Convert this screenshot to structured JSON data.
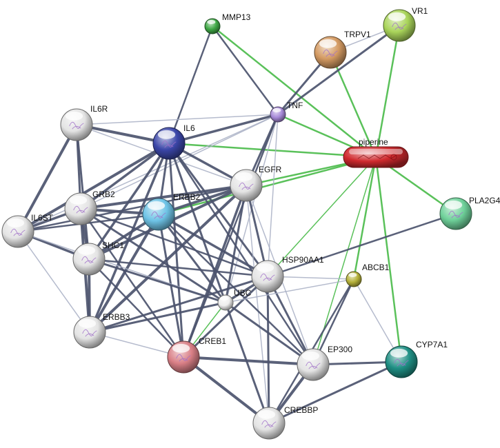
{
  "network": {
    "nodes": [
      {
        "id": "MMP13",
        "label": "MMP13",
        "color": "#3fa845",
        "size": "small",
        "structure": false
      },
      {
        "id": "VR1",
        "label": "VR1",
        "color": "#a9d45a",
        "size": "large",
        "structure": true
      },
      {
        "id": "TRPV1",
        "label": "TRPV1",
        "color": "#d49a62",
        "size": "large",
        "structure": true
      },
      {
        "id": "TNF",
        "label": "TNF",
        "color": "#a78ad8",
        "size": "small",
        "structure": false
      },
      {
        "id": "IL6R",
        "label": "IL6R",
        "color": "#e4e4e4",
        "size": "large",
        "structure": true
      },
      {
        "id": "IL6",
        "label": "IL6",
        "color": "#3b46a8",
        "size": "large",
        "structure": true
      },
      {
        "id": "piperine",
        "label": "piperine",
        "color": "#d02a2e",
        "size": "chemical",
        "structure": true
      },
      {
        "id": "EGFR",
        "label": "EGFR",
        "color": "#e4e4e4",
        "size": "large",
        "structure": true
      },
      {
        "id": "GRB2",
        "label": "GRB2",
        "color": "#e4e4e4",
        "size": "large",
        "structure": true
      },
      {
        "id": "ERBB2",
        "label": "ERBB2",
        "color": "#6ec3e6",
        "size": "large",
        "structure": true
      },
      {
        "id": "IL6ST",
        "label": "IL6ST",
        "color": "#e4e4e4",
        "size": "large",
        "structure": true
      },
      {
        "id": "PLA2G4A",
        "label": "PLA2G4A",
        "color": "#6fd19a",
        "size": "large",
        "structure": true
      },
      {
        "id": "SHC1",
        "label": "SHC1",
        "color": "#e4e4e4",
        "size": "large",
        "structure": true
      },
      {
        "id": "HSP90AA1",
        "label": "HSP90AA1",
        "color": "#e4e4e4",
        "size": "large",
        "structure": true
      },
      {
        "id": "ABCB1",
        "label": "ABCB1",
        "color": "#b5b13a",
        "size": "small",
        "structure": false
      },
      {
        "id": "UBC",
        "label": "UBC",
        "color": "#eeeeee",
        "size": "small",
        "structure": false
      },
      {
        "id": "ERBB3",
        "label": "ERBB3",
        "color": "#e4e4e4",
        "size": "large",
        "structure": true
      },
      {
        "id": "CREB1",
        "label": "CREB1",
        "color": "#d97f86",
        "size": "large",
        "structure": true
      },
      {
        "id": "EP300",
        "label": "EP300",
        "color": "#e4e4e4",
        "size": "large",
        "structure": true
      },
      {
        "id": "CYP7A1",
        "label": "CYP7A1",
        "color": "#1f8f84",
        "size": "large",
        "structure": true
      },
      {
        "id": "CREBBP",
        "label": "CREBBP",
        "color": "#e4e4e4",
        "size": "large",
        "structure": true
      }
    ],
    "edge_colors": {
      "protein": "#4c546e",
      "chemical": "#4cbc4c",
      "weak": "#a8afc4"
    },
    "edges": [
      {
        "source": "piperine",
        "target": "MMP13",
        "type": "chemical",
        "weight": 2.5
      },
      {
        "source": "piperine",
        "target": "TRPV1",
        "type": "chemical",
        "weight": 2.5
      },
      {
        "source": "piperine",
        "target": "VR1",
        "type": "chemical",
        "weight": 2.5
      },
      {
        "source": "piperine",
        "target": "TNF",
        "type": "chemical",
        "weight": 2.5
      },
      {
        "source": "piperine",
        "target": "IL6",
        "type": "chemical",
        "weight": 2.5
      },
      {
        "source": "piperine",
        "target": "EGFR",
        "type": "chemical",
        "weight": 2.5
      },
      {
        "source": "piperine",
        "target": "ERBB2",
        "type": "chemical",
        "weight": 2.5
      },
      {
        "source": "piperine",
        "target": "PLA2G4A",
        "type": "chemical",
        "weight": 2.5
      },
      {
        "source": "piperine",
        "target": "ABCB1",
        "type": "chemical",
        "weight": 2.5
      },
      {
        "source": "piperine",
        "target": "CYP7A1",
        "type": "chemical",
        "weight": 2.5
      },
      {
        "source": "piperine",
        "target": "HSP90AA1",
        "type": "chemical",
        "weight": 1.5
      },
      {
        "source": "piperine",
        "target": "EP300",
        "type": "chemical",
        "weight": 1.5
      },
      {
        "source": "UBC",
        "target": "CREB1",
        "type": "chemical",
        "weight": 1.5
      },
      {
        "source": "TRPV1",
        "target": "VR1",
        "type": "weak",
        "weight": 1.5
      },
      {
        "source": "TRPV1",
        "target": "TNF",
        "type": "protein",
        "weight": 3
      },
      {
        "source": "VR1",
        "target": "TNF",
        "type": "protein",
        "weight": 3
      },
      {
        "source": "MMP13",
        "target": "TNF",
        "type": "protein",
        "weight": 2.5
      },
      {
        "source": "MMP13",
        "target": "IL6",
        "type": "protein",
        "weight": 2.5
      },
      {
        "source": "TNF",
        "target": "IL6",
        "type": "protein",
        "weight": 3.5
      },
      {
        "source": "TNF",
        "target": "IL6R",
        "type": "weak",
        "weight": 1.5
      },
      {
        "source": "TNF",
        "target": "EGFR",
        "type": "protein",
        "weight": 3
      },
      {
        "source": "TNF",
        "target": "GRB2",
        "type": "weak",
        "weight": 1.5
      },
      {
        "source": "TNF",
        "target": "IL6ST",
        "type": "weak",
        "weight": 1.5
      },
      {
        "source": "TNF",
        "target": "UBC",
        "type": "weak",
        "weight": 1.5
      },
      {
        "source": "TNF",
        "target": "CREB1",
        "type": "protein",
        "weight": 2.5
      },
      {
        "source": "TNF",
        "target": "HSP90AA1",
        "type": "weak",
        "weight": 1.5
      },
      {
        "source": "IL6R",
        "target": "IL6",
        "type": "protein",
        "weight": 4
      },
      {
        "source": "IL6R",
        "target": "IL6ST",
        "type": "protein",
        "weight": 4
      },
      {
        "source": "IL6R",
        "target": "GRB2",
        "type": "protein",
        "weight": 3
      },
      {
        "source": "IL6R",
        "target": "SHC1",
        "type": "protein",
        "weight": 3
      },
      {
        "source": "IL6R",
        "target": "EGFR",
        "type": "weak",
        "weight": 1.5
      },
      {
        "source": "IL6",
        "target": "IL6ST",
        "type": "protein",
        "weight": 4
      },
      {
        "source": "IL6",
        "target": "GRB2",
        "type": "protein",
        "weight": 3.5
      },
      {
        "source": "IL6",
        "target": "SHC1",
        "type": "protein",
        "weight": 3.5
      },
      {
        "source": "IL6",
        "target": "EGFR",
        "type": "protein",
        "weight": 3.5
      },
      {
        "source": "IL6",
        "target": "ERBB2",
        "type": "protein",
        "weight": 3
      },
      {
        "source": "IL6",
        "target": "ERBB3",
        "type": "protein",
        "weight": 3.5
      },
      {
        "source": "IL6",
        "target": "CREB1",
        "type": "protein",
        "weight": 3
      },
      {
        "source": "IL6",
        "target": "HSP90AA1",
        "type": "protein",
        "weight": 3
      },
      {
        "source": "IL6",
        "target": "UBC",
        "type": "protein",
        "weight": 3
      },
      {
        "source": "IL6",
        "target": "EP300",
        "type": "protein",
        "weight": 2.5
      },
      {
        "source": "EGFR",
        "target": "GRB2",
        "type": "protein",
        "weight": 4
      },
      {
        "source": "EGFR",
        "target": "ERBB2",
        "type": "protein",
        "weight": 4
      },
      {
        "source": "EGFR",
        "target": "SHC1",
        "type": "protein",
        "weight": 4
      },
      {
        "source": "EGFR",
        "target": "ERBB3",
        "type": "protein",
        "weight": 4
      },
      {
        "source": "EGFR",
        "target": "HSP90AA1",
        "type": "protein",
        "weight": 3
      },
      {
        "source": "EGFR",
        "target": "UBC",
        "type": "protein",
        "weight": 3
      },
      {
        "source": "EGFR",
        "target": "CREB1",
        "type": "protein",
        "weight": 3.5
      },
      {
        "source": "EGFR",
        "target": "EP300",
        "type": "weak",
        "weight": 1.5
      },
      {
        "source": "EGFR",
        "target": "CREBBP",
        "type": "weak",
        "weight": 1.5
      },
      {
        "source": "EGFR",
        "target": "IL6ST",
        "type": "protein",
        "weight": 2.5
      },
      {
        "source": "GRB2",
        "target": "ERBB2",
        "type": "protein",
        "weight": 4
      },
      {
        "source": "GRB2",
        "target": "SHC1",
        "type": "protein",
        "weight": 4
      },
      {
        "source": "GRB2",
        "target": "IL6ST",
        "type": "protein",
        "weight": 3.5
      },
      {
        "source": "GRB2",
        "target": "ERBB3",
        "type": "protein",
        "weight": 4
      },
      {
        "source": "GRB2",
        "target": "UBC",
        "type": "protein",
        "weight": 3
      },
      {
        "source": "GRB2",
        "target": "HSP90AA1",
        "type": "protein",
        "weight": 2.5
      },
      {
        "source": "GRB2",
        "target": "CREB1",
        "type": "protein",
        "weight": 2.5
      },
      {
        "source": "ERBB2",
        "target": "SHC1",
        "type": "protein",
        "weight": 4
      },
      {
        "source": "ERBB2",
        "target": "ERBB3",
        "type": "protein",
        "weight": 4
      },
      {
        "source": "ERBB2",
        "target": "HSP90AA1",
        "type": "protein",
        "weight": 3.5
      },
      {
        "source": "ERBB2",
        "target": "UBC",
        "type": "protein",
        "weight": 3
      },
      {
        "source": "ERBB2",
        "target": "CREB1",
        "type": "protein",
        "weight": 3
      },
      {
        "source": "ERBB2",
        "target": "IL6ST",
        "type": "protein",
        "weight": 2.5
      },
      {
        "source": "ERBB2",
        "target": "EP300",
        "type": "protein",
        "weight": 2.5
      },
      {
        "source": "IL6ST",
        "target": "SHC1",
        "type": "protein",
        "weight": 3.5
      },
      {
        "source": "IL6ST",
        "target": "ERBB3",
        "type": "weak",
        "weight": 1.5
      },
      {
        "source": "IL6ST",
        "target": "UBC",
        "type": "weak",
        "weight": 1.5
      },
      {
        "source": "SHC1",
        "target": "ERBB3",
        "type": "protein",
        "weight": 4
      },
      {
        "source": "SHC1",
        "target": "UBC",
        "type": "protein",
        "weight": 3
      },
      {
        "source": "SHC1",
        "target": "HSP90AA1",
        "type": "protein",
        "weight": 2.5
      },
      {
        "source": "SHC1",
        "target": "CREB1",
        "type": "protein",
        "weight": 2.5
      },
      {
        "source": "ERBB3",
        "target": "UBC",
        "type": "protein",
        "weight": 3
      },
      {
        "source": "ERBB3",
        "target": "HSP90AA1",
        "type": "protein",
        "weight": 3
      },
      {
        "source": "ERBB3",
        "target": "CREB1",
        "type": "weak",
        "weight": 1.5
      },
      {
        "source": "HSP90AA1",
        "target": "UBC",
        "type": "protein",
        "weight": 3.5
      },
      {
        "source": "HSP90AA1",
        "target": "CREB1",
        "type": "protein",
        "weight": 3
      },
      {
        "source": "HSP90AA1",
        "target": "EP300",
        "type": "protein",
        "weight": 3
      },
      {
        "source": "HSP90AA1",
        "target": "CREBBP",
        "type": "protein",
        "weight": 3
      },
      {
        "source": "HSP90AA1",
        "target": "ABCB1",
        "type": "weak",
        "weight": 1.5
      },
      {
        "source": "HSP90AA1",
        "target": "PLA2G4A",
        "type": "protein",
        "weight": 2.5
      },
      {
        "source": "UBC",
        "target": "EP300",
        "type": "protein",
        "weight": 3
      },
      {
        "source": "UBC",
        "target": "CREBBP",
        "type": "protein",
        "weight": 3
      },
      {
        "source": "CREB1",
        "target": "EP300",
        "type": "protein",
        "weight": 4
      },
      {
        "source": "CREB1",
        "target": "CREBBP",
        "type": "protein",
        "weight": 4
      },
      {
        "source": "EP300",
        "target": "CREBBP",
        "type": "protein",
        "weight": 4
      },
      {
        "source": "EP300",
        "target": "CYP7A1",
        "type": "protein",
        "weight": 3
      },
      {
        "source": "EP300",
        "target": "ABCB1",
        "type": "protein",
        "weight": 2.5
      },
      {
        "source": "CREBBP",
        "target": "CYP7A1",
        "type": "protein",
        "weight": 3
      },
      {
        "source": "CREBBP",
        "target": "ABCB1",
        "type": "protein",
        "weight": 2.5
      },
      {
        "source": "ABCB1",
        "target": "UBC",
        "type": "weak",
        "weight": 1.5
      },
      {
        "source": "ABCB1",
        "target": "CYP7A1",
        "type": "weak",
        "weight": 1.5
      }
    ]
  }
}
